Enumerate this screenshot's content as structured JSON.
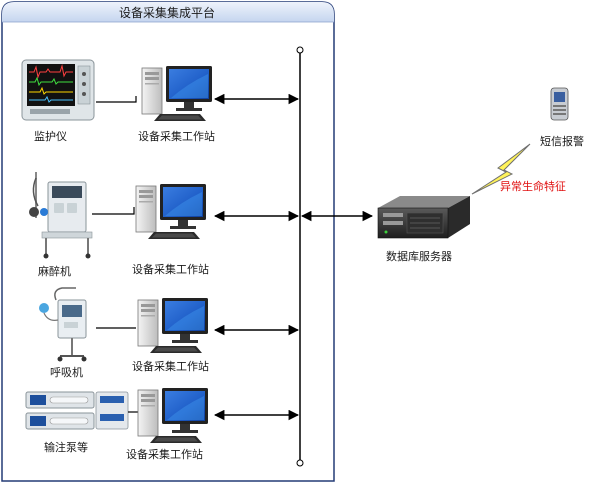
{
  "platform": {
    "title": "设备采集集成平台"
  },
  "devices": [
    {
      "name": "监护仪",
      "workstation": "设备采集工作站"
    },
    {
      "name": "麻醉机",
      "workstation": "设备采集工作站"
    },
    {
      "name": "呼吸机",
      "workstation": "设备采集工作站"
    },
    {
      "name": "输注泵等",
      "workstation": "设备采集工作站"
    }
  ],
  "server": {
    "label": "数据库服务器"
  },
  "alert": {
    "label": "异常生命特征",
    "color": "#e01010"
  },
  "phone": {
    "label": "短信报警"
  }
}
